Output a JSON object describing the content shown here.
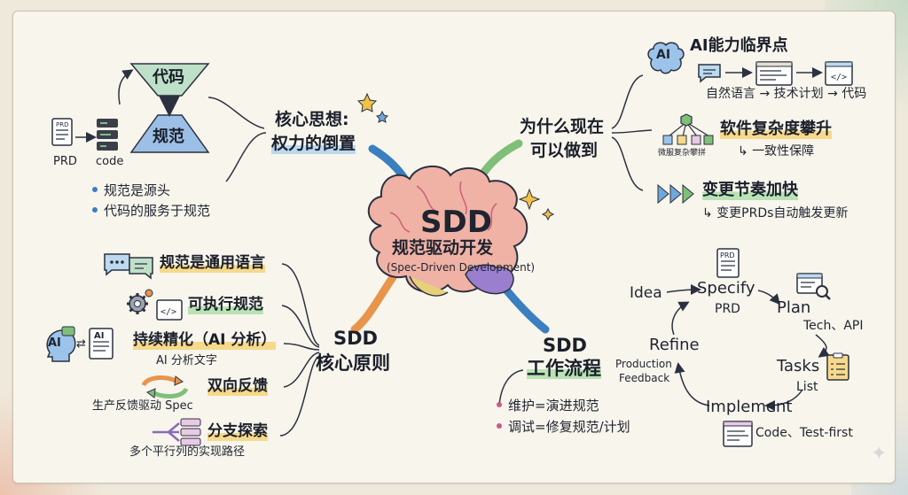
{
  "center": {
    "title": "SDD",
    "subtitle": "规范驱动开发",
    "english": "(Spec-Driven Development)"
  },
  "core_idea": {
    "title_line1": "核心思想:",
    "title_line2": "权力的倒置",
    "top_label": "代码",
    "bottom_label": "规范",
    "prd_label": "PRD",
    "code_label": "code",
    "bullets": [
      "规范是源头",
      "代码的服务于规范"
    ]
  },
  "why_now": {
    "title_line1": "为什么现在",
    "title_line2": "可以做到",
    "ai_badge": "AI",
    "items": [
      {
        "title": "AI能力临界点",
        "sub": "自然语言 → 技术计划 → 代码"
      },
      {
        "title": "软件复杂度攀升",
        "sub": "↳ 一致性保障",
        "icon_caption": "微服复杂攀拼"
      },
      {
        "title": "变更节奏加快",
        "sub": "↳ 变更PRDs自动触发更新"
      }
    ]
  },
  "principles": {
    "title_line1": "SDD",
    "title_line2": "核心原则",
    "ai_badge": "AI",
    "ai_doc": "AI",
    "items": [
      {
        "title": "规范是通用语言",
        "sub": ""
      },
      {
        "title": "可执行规范",
        "sub": ""
      },
      {
        "title": "持续精化（AI 分析）",
        "sub": "AI 分析文字"
      },
      {
        "title": "双向反馈",
        "sub": "生产反馈驱动 Spec"
      },
      {
        "title": "分支探索",
        "sub": "多个平行列的实现路径"
      }
    ]
  },
  "workflow": {
    "title_line1": "SDD",
    "title_line2": "工作流程",
    "bullets": [
      "维护=演进规范",
      "调试=修复规范/计划"
    ],
    "prd_doc": "PRD",
    "steps": {
      "idea": "Idea",
      "specify": "Specify",
      "specify_sub": "PRD",
      "plan": "Plan",
      "plan_sub": "Tech、API",
      "tasks": "Tasks",
      "tasks_sub": "List",
      "implement": "Implement",
      "implement_sub": "Code、Test-first",
      "refine": "Refine",
      "feedback1": "Production",
      "feedback2": "Feedback"
    }
  },
  "colors": {
    "blue": "#3a7fc0",
    "green": "#7fbf7a",
    "yellow": "#f6d98a",
    "pink": "#c75a8a",
    "orange": "#e8944a",
    "purple": "#8a6abf"
  }
}
